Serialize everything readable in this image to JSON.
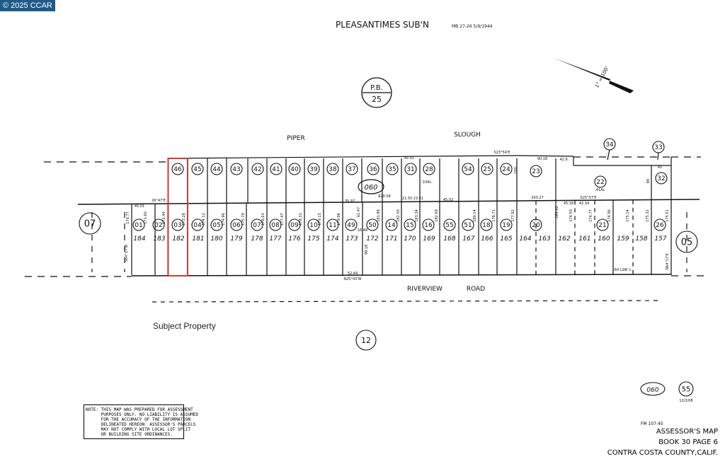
{
  "badge": "© 2025 CCAR",
  "header": {
    "title": "PLEASANTIMES SUB'N",
    "ref": "MB 27-26  5/9/1944"
  },
  "scale": "1\" = 100'",
  "pb": {
    "top": "P.B.",
    "bottom": "25"
  },
  "streets": {
    "piper": "PIPER",
    "slough": "SLOUGH",
    "riverview": "RIVERVIEW",
    "road": "ROAD"
  },
  "block_code": "060",
  "adjacent": {
    "left": "07",
    "right": "05",
    "bottom": "12",
    "top1": "34",
    "top2": "33"
  },
  "lower_parcels": [
    "01",
    "02",
    "03",
    "04",
    "05",
    "06",
    "07",
    "08",
    "09",
    "10",
    "11",
    "49",
    "50",
    "14",
    "15",
    "16",
    "55",
    "51",
    "18",
    "19",
    "20",
    "21",
    "26"
  ],
  "lower_lots": [
    "184",
    "183",
    "182",
    "181",
    "180",
    "179",
    "178",
    "177",
    "176",
    "175",
    "174",
    "173",
    "172",
    "171",
    "170",
    "169",
    "168",
    "167",
    "166",
    "165",
    "164",
    "163",
    "162",
    "161",
    "160",
    "159",
    "158",
    "157"
  ],
  "upper_parcels": [
    "46",
    "45",
    "44",
    "43",
    "42",
    "41",
    "40",
    "39",
    "38",
    "37",
    "36",
    "35",
    "31",
    "28",
    "54",
    "25",
    "24",
    "23",
    "22",
    "32"
  ],
  "dimensions": [
    "45.01",
    "170.77",
    "171.60",
    "172.44",
    "173.28",
    "174.12",
    "174.96",
    "175.79",
    "176.63",
    "177.47",
    "178.31",
    "179.15",
    "179.98",
    "35.97",
    "61.47",
    "16.48",
    "99.18",
    "52.44",
    "N25°43'W",
    "820.08",
    "181.88",
    "182.50",
    "183.34",
    "182.69",
    "21.50 23.51",
    "45.02",
    "180.14",
    "178.71",
    "177.92",
    "293.27",
    "45.16",
    "42.34",
    "S25°57'E",
    "164.42",
    "174.59",
    "174.77",
    "174.96",
    "175.14",
    "175.32",
    "175.51",
    "S23°54'E",
    "45.01",
    "90.18",
    "42.9",
    "100",
    "80",
    "45",
    ".10Ac.",
    ".41Ac.",
    "26°47'E",
    "S64°17'W",
    "N64°17'E",
    "164 LSW 1"
  ],
  "subject_label": "Subject Property",
  "note_lines": [
    "NOTE: THIS MAP WAS PREPARED FOR ASSESSMENT",
    "      PURPOSES ONLY. NO LIABILITY IS ASSUMED",
    "      FOR THE ACCURACY OF THE INFORMATION",
    "      DELINEATED HEREON. ASSESSOR'S PARCELS",
    "      MAY NOT COMPLY WITH LOCAL LOT SPLIT",
    "      OR BUILDING SITE ORDINANCES."
  ],
  "footer": {
    "code": "060",
    "page_code": "55",
    "date": "12/2/08",
    "fm": "FM 107-45",
    "map": "ASSESSOR'S MAP",
    "book": "BOOK 30   PAGE 6",
    "county": "CONTRA COSTA COUNTY,CALIF."
  },
  "colors": {
    "highlight": "#d03a3a",
    "badge": "#1f5a8a"
  }
}
